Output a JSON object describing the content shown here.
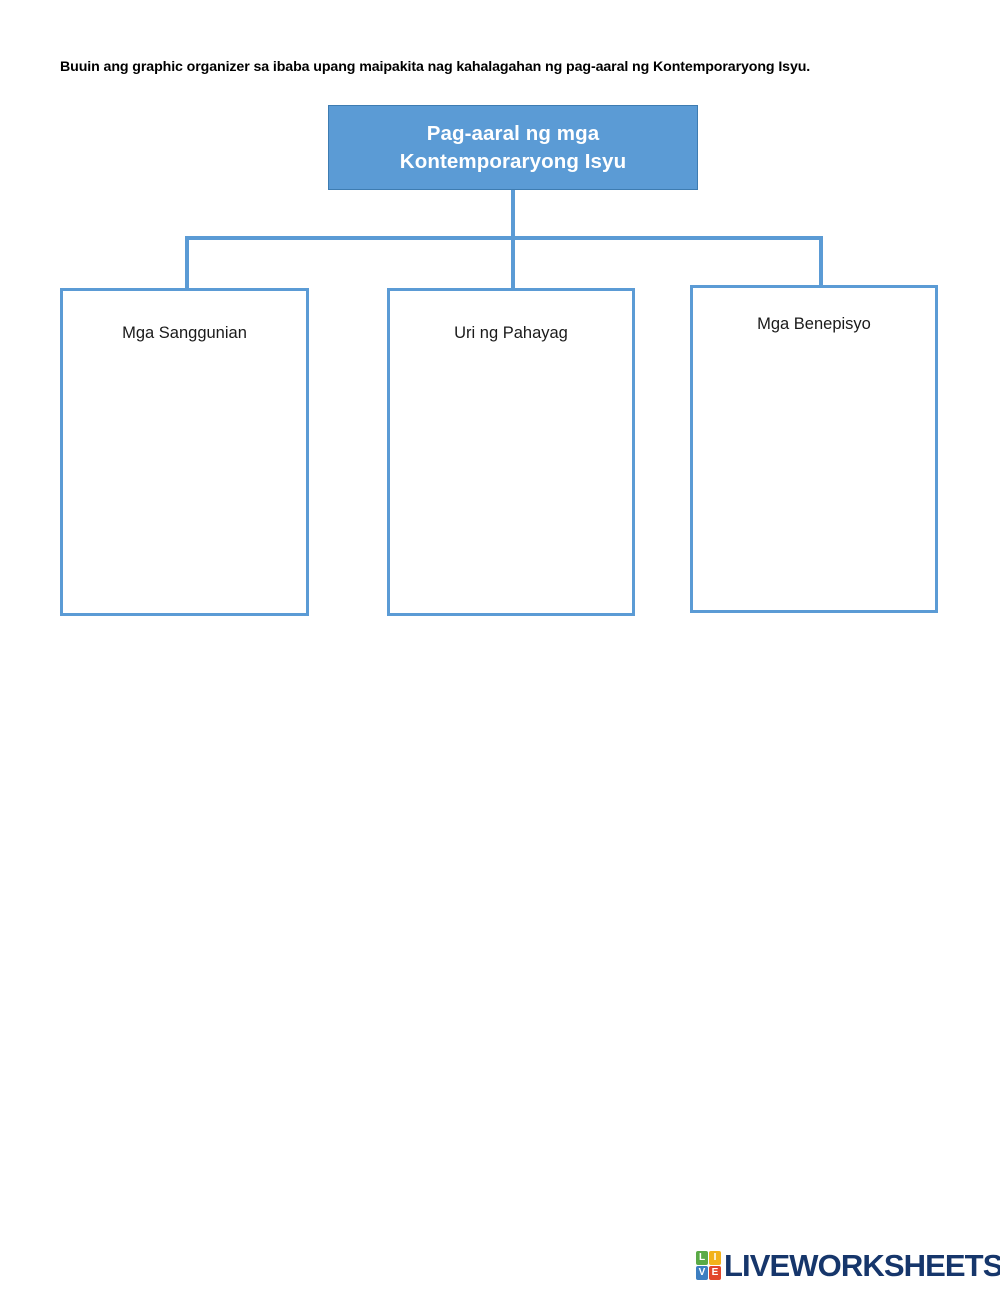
{
  "worksheet": {
    "instruction": "Buuin ang graphic organizer sa ibaba upang maipakita nag kahalagahan ng pag-aaral ng Kontemporaryong Isyu.",
    "organizer": {
      "root": {
        "label": "Pag-aaral ng mga\nKontemporaryong Isyu",
        "fill_color": "#5B9BD5",
        "border_color": "#3E7CB1",
        "text_color": "#FFFFFF"
      },
      "branches": [
        {
          "label": "Mga Sanggunian",
          "answer_value": "",
          "border_color": "#5B9BD5",
          "fill_color": "#FFFFFF"
        },
        {
          "label": "Uri ng Pahayag",
          "answer_value": "",
          "border_color": "#5B9BD5",
          "fill_color": "#FFFFFF"
        },
        {
          "label": "Mga Benepisyo",
          "answer_value": "",
          "border_color": "#5B9BD5",
          "fill_color": "#FFFFFF"
        }
      ],
      "connector_color": "#5B9BD5"
    }
  },
  "footer": {
    "logo": {
      "tiles": [
        {
          "letter": "L",
          "color": "#5AAA46"
        },
        {
          "letter": "I",
          "color": "#F2B21B"
        },
        {
          "letter": "V",
          "color": "#3C7EC1"
        },
        {
          "letter": "E",
          "color": "#E2452B"
        }
      ],
      "wordmark": "LIVEWORKSHEETS",
      "wordmark_color": "#16366B"
    }
  }
}
